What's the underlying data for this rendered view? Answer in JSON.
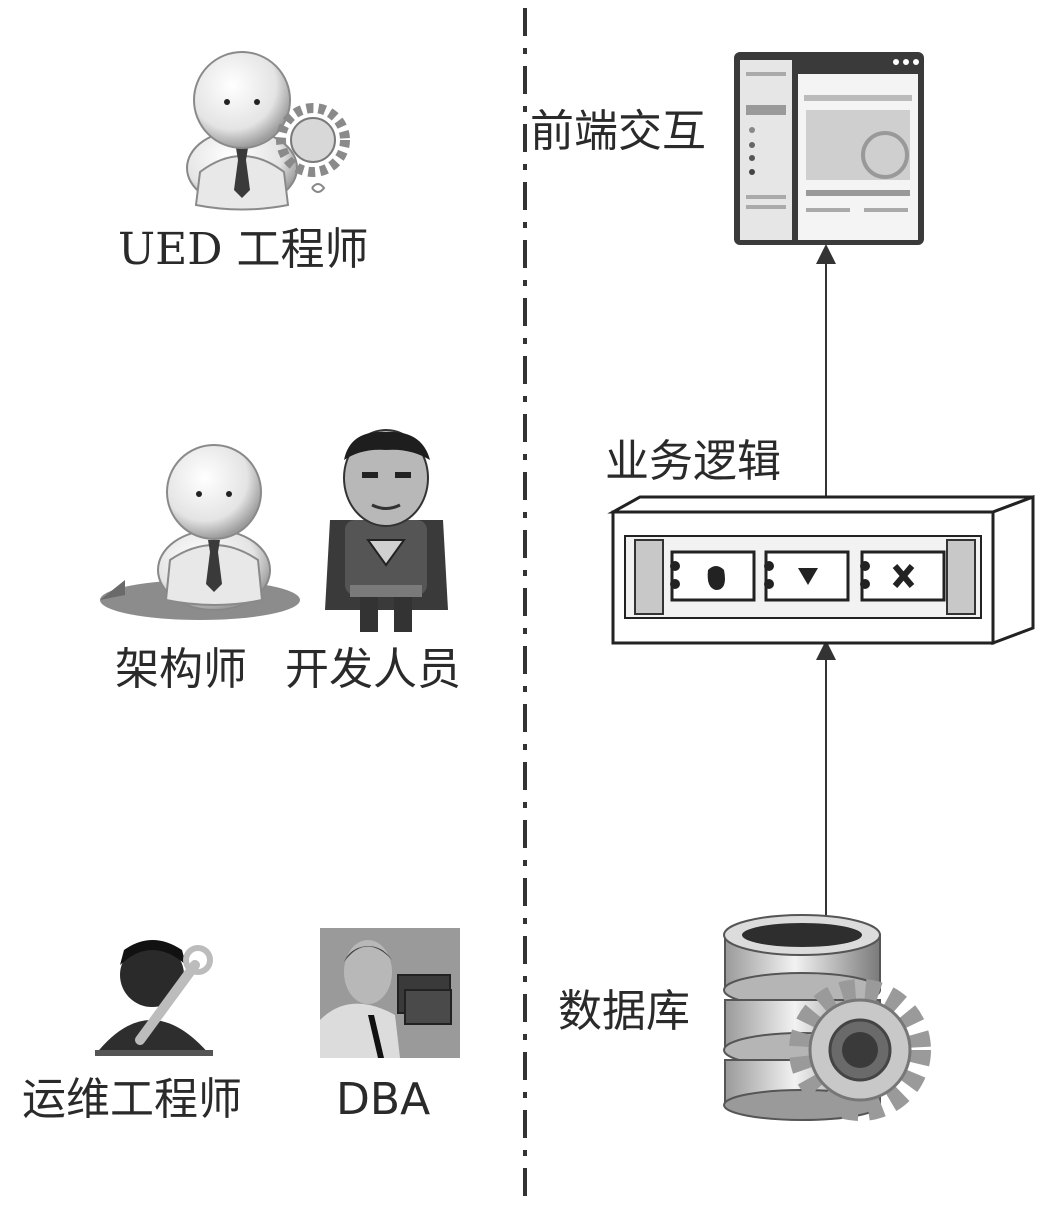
{
  "roles": {
    "ued": "UED 工程师",
    "architect": "架构师",
    "developer": "开发人员",
    "ops": "运维工程师",
    "dba": "DBA"
  },
  "layers": {
    "frontend": "前端交互",
    "business": "业务逻辑",
    "database": "数据库"
  },
  "colors": {
    "line": "#333333",
    "icon_light": "#f0f0f0",
    "icon_mid": "#9a9a9a",
    "icon_dark": "#3a3a3a"
  }
}
